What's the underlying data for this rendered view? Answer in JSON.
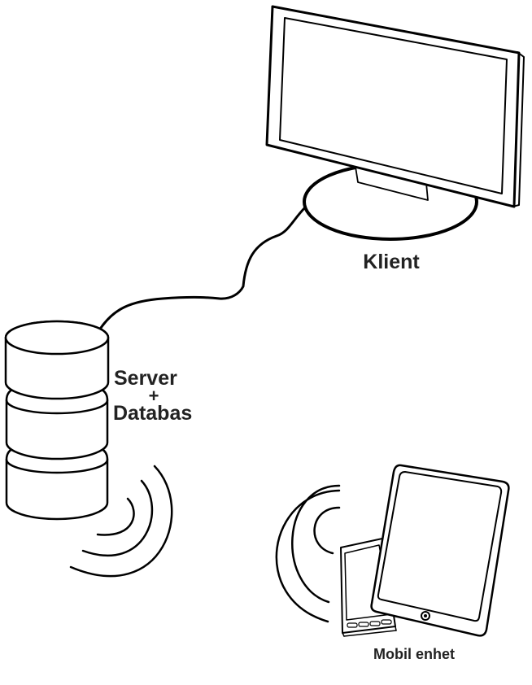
{
  "diagram": {
    "type": "network-architecture",
    "nodes": [
      {
        "id": "client",
        "label": "Klient",
        "icon": "monitor-icon"
      },
      {
        "id": "server",
        "label_line1": "Server",
        "label_line2": "+",
        "label_line3": "Databas",
        "icon": "database-icon"
      },
      {
        "id": "mobile",
        "label": "Mobil enhet",
        "icon": "tablet-phone-icon"
      }
    ],
    "connections": [
      {
        "from": "server",
        "to": "client",
        "kind": "wired-cable"
      },
      {
        "from": "server",
        "to": "mobile",
        "kind": "wireless"
      }
    ],
    "colors": {
      "line": "#000000",
      "label": "#222222",
      "background": "#ffffff"
    }
  }
}
